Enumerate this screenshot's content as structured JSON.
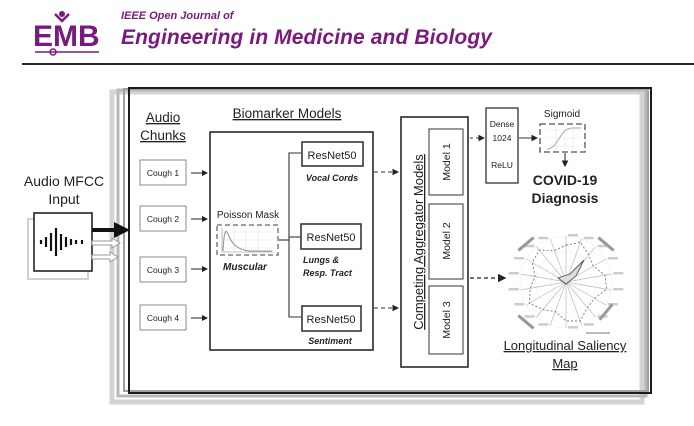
{
  "header": {
    "logo_text": "EMB",
    "journal_subtitle": "IEEE Open Journal of",
    "journal_title": "Engineering in Medicine and Biology",
    "brand_color": "#7a1a7e"
  },
  "diagram": {
    "input": {
      "label_line1": "Audio MFCC",
      "label_line2": "Input",
      "icon": "audio-waveform-icon"
    },
    "audio_chunks": {
      "title_line1": "Audio",
      "title_line2": "Chunks",
      "items": [
        "Cough 1",
        "Cough 2",
        "Cough 3",
        "Cough 4"
      ]
    },
    "biomarker_models": {
      "title": "Biomarker Models",
      "poisson_mask": {
        "label": "Poisson Mask",
        "caption": "Muscular"
      },
      "resnets": [
        {
          "label": "ResNet50",
          "caption_line1": "Vocal Cords",
          "caption_line2": ""
        },
        {
          "label": "ResNet50",
          "caption_line1": "Lungs &",
          "caption_line2": "Resp. Tract"
        },
        {
          "label": "ResNet50",
          "caption_line1": "Sentiment",
          "caption_line2": ""
        }
      ]
    },
    "aggregator": {
      "title": "Competing Aggregator Models",
      "models": [
        "Model 1",
        "Model 2",
        "Model 3"
      ]
    },
    "dense": {
      "line1": "Dense",
      "line2": "1024",
      "line3": "ReLU"
    },
    "sigmoid": {
      "label": "Sigmoid"
    },
    "output": {
      "line1": "COVID-19",
      "line2": "Diagnosis"
    },
    "saliency": {
      "title_line1": "Longitudinal Saliency",
      "title_line2": "Map"
    }
  }
}
